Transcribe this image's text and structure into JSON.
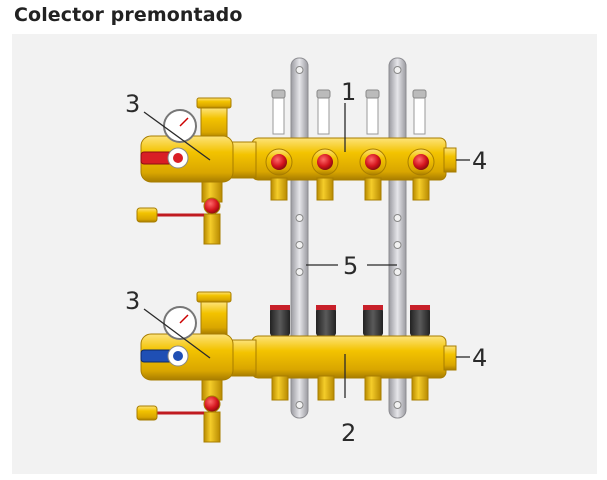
{
  "title": "Colector premontado",
  "callouts": {
    "c1": "1",
    "c2": "2",
    "c3_top": "3",
    "c3_bottom": "3",
    "c4_top": "4",
    "c4_bottom": "4",
    "c5": "5"
  },
  "colors": {
    "brass": "#f3c300",
    "brass_dark": "#c99700",
    "brass_shadow": "#a87d00",
    "cap_red": "#d3141c",
    "handle_red": "#d91e25",
    "handle_blue": "#1f4fb4",
    "steel": "#c8c8cc",
    "cap_grey": "#3a3a3a",
    "panel_bg": "#f2f2f2"
  }
}
